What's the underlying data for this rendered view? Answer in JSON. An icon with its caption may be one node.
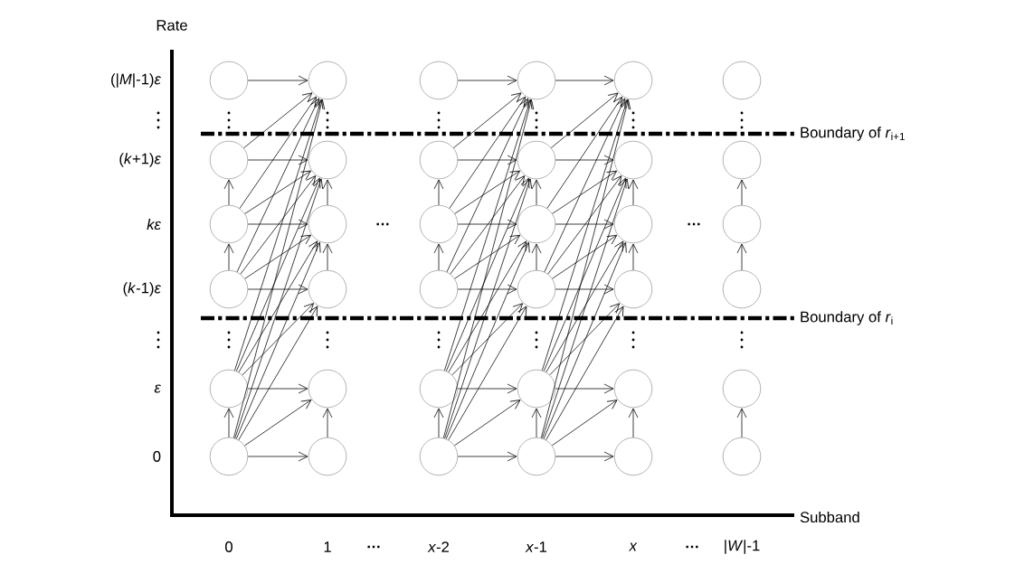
{
  "diagram": {
    "nodes": [
      {
        "text": [],
        "shape": "circle"
      },
      {
        "text": [],
        "shape": "circle"
      },
      {
        "text": [],
        "shape": "circle"
      },
      {
        "text": [],
        "shape": "circle"
      },
      {
        "text": [],
        "shape": "circle"
      },
      {
        "text": [],
        "shape": "circle"
      },
      {
        "text": [],
        "shape": "circle"
      },
      {
        "text": [],
        "shape": "circle"
      },
      {
        "text": [],
        "shape": "circle"
      },
      {
        "text": [],
        "shape": "circle"
      },
      {
        "text": [],
        "shape": "circle"
      },
      {
        "text": [],
        "shape": "circle"
      },
      {
        "text": [],
        "shape": "circle"
      },
      {
        "text": [],
        "shape": "circle"
      },
      {
        "text": [],
        "shape": "circle"
      },
      {
        "text": [],
        "shape": "circle"
      },
      {
        "text": [],
        "shape": "circle"
      },
      {
        "text": [],
        "shape": "circle"
      },
      {
        "text": [],
        "shape": "circle"
      },
      {
        "text": [],
        "shape": "circle"
      },
      {
        "text": [],
        "shape": "circle"
      },
      {
        "text": [],
        "shape": "circle"
      },
      {
        "text": [],
        "shape": "circle"
      },
      {
        "text": [],
        "shape": "circle"
      },
      {
        "text": [],
        "shape": "circle"
      },
      {
        "text": [],
        "shape": "circle"
      },
      {
        "text": [],
        "shape": "circle"
      },
      {
        "text": [],
        "shape": "circle"
      },
      {
        "text": [],
        "shape": "circle"
      },
      {
        "text": [],
        "shape": "circle"
      },
      {
        "text": [],
        "shape": "circle"
      },
      {
        "text": [],
        "shape": "circle"
      },
      {
        "text": [],
        "shape": "circle"
      },
      {
        "text": [],
        "shape": "circle"
      },
      {
        "text": [],
        "shape": "circle"
      },
      {
        "text": [],
        "shape": "circle"
      }
    ],
    "edges": [
      {
        "from": 3,
        "to": 2,
        "arrow": "to"
      },
      {
        "from": 2,
        "to": 1,
        "arrow": "to"
      },
      {
        "from": 5,
        "to": 4,
        "arrow": "to"
      },
      {
        "from": 9,
        "to": 8,
        "arrow": "to"
      },
      {
        "from": 8,
        "to": 7,
        "arrow": "to"
      },
      {
        "from": 11,
        "to": 10,
        "arrow": "to"
      },
      {
        "from": 15,
        "to": 14,
        "arrow": "to"
      },
      {
        "from": 14,
        "to": 13,
        "arrow": "to"
      },
      {
        "from": 17,
        "to": 16,
        "arrow": "to"
      },
      {
        "from": 21,
        "to": 20,
        "arrow": "to"
      },
      {
        "from": 20,
        "to": 19,
        "arrow": "to"
      },
      {
        "from": 23,
        "to": 22,
        "arrow": "to"
      },
      {
        "from": 27,
        "to": 26,
        "arrow": "to"
      },
      {
        "from": 26,
        "to": 25,
        "arrow": "to"
      },
      {
        "from": 29,
        "to": 28,
        "arrow": "to"
      },
      {
        "from": 33,
        "to": 32,
        "arrow": "to"
      },
      {
        "from": 32,
        "to": 31,
        "arrow": "to"
      },
      {
        "from": 35,
        "to": 34,
        "arrow": "to"
      },
      {
        "from": 0,
        "to": 6,
        "arrow": "to"
      },
      {
        "from": 1,
        "to": 6,
        "arrow": "to"
      },
      {
        "from": 1,
        "to": 7,
        "arrow": "to"
      },
      {
        "from": 2,
        "to": 6,
        "arrow": "to"
      },
      {
        "from": 2,
        "to": 7,
        "arrow": "to"
      },
      {
        "from": 2,
        "to": 8,
        "arrow": "to"
      },
      {
        "from": 3,
        "to": 6,
        "arrow": "to"
      },
      {
        "from": 3,
        "to": 7,
        "arrow": "to"
      },
      {
        "from": 3,
        "to": 8,
        "arrow": "to"
      },
      {
        "from": 3,
        "to": 9,
        "arrow": "to"
      },
      {
        "from": 4,
        "to": 6,
        "arrow": "to"
      },
      {
        "from": 4,
        "to": 7,
        "arrow": "to"
      },
      {
        "from": 4,
        "to": 8,
        "arrow": "to"
      },
      {
        "from": 4,
        "to": 9,
        "arrow": "to"
      },
      {
        "from": 4,
        "to": 10,
        "arrow": "to"
      },
      {
        "from": 5,
        "to": 6,
        "arrow": "to"
      },
      {
        "from": 5,
        "to": 7,
        "arrow": "to"
      },
      {
        "from": 5,
        "to": 8,
        "arrow": "to"
      },
      {
        "from": 5,
        "to": 9,
        "arrow": "to"
      },
      {
        "from": 5,
        "to": 10,
        "arrow": "to"
      },
      {
        "from": 5,
        "to": 11,
        "arrow": "to"
      },
      {
        "from": 12,
        "to": 18,
        "arrow": "to"
      },
      {
        "from": 13,
        "to": 18,
        "arrow": "to"
      },
      {
        "from": 13,
        "to": 19,
        "arrow": "to"
      },
      {
        "from": 14,
        "to": 18,
        "arrow": "to"
      },
      {
        "from": 14,
        "to": 19,
        "arrow": "to"
      },
      {
        "from": 14,
        "to": 20,
        "arrow": "to"
      },
      {
        "from": 15,
        "to": 18,
        "arrow": "to"
      },
      {
        "from": 15,
        "to": 19,
        "arrow": "to"
      },
      {
        "from": 15,
        "to": 20,
        "arrow": "to"
      },
      {
        "from": 15,
        "to": 21,
        "arrow": "to"
      },
      {
        "from": 16,
        "to": 18,
        "arrow": "to"
      },
      {
        "from": 16,
        "to": 19,
        "arrow": "to"
      },
      {
        "from": 16,
        "to": 20,
        "arrow": "to"
      },
      {
        "from": 16,
        "to": 21,
        "arrow": "to"
      },
      {
        "from": 16,
        "to": 22,
        "arrow": "to"
      },
      {
        "from": 17,
        "to": 18,
        "arrow": "to"
      },
      {
        "from": 17,
        "to": 19,
        "arrow": "to"
      },
      {
        "from": 17,
        "to": 20,
        "arrow": "to"
      },
      {
        "from": 17,
        "to": 21,
        "arrow": "to"
      },
      {
        "from": 17,
        "to": 22,
        "arrow": "to"
      },
      {
        "from": 17,
        "to": 23,
        "arrow": "to"
      },
      {
        "from": 18,
        "to": 24,
        "arrow": "to"
      },
      {
        "from": 19,
        "to": 24,
        "arrow": "to"
      },
      {
        "from": 19,
        "to": 25,
        "arrow": "to"
      },
      {
        "from": 20,
        "to": 24,
        "arrow": "to"
      },
      {
        "from": 20,
        "to": 25,
        "arrow": "to"
      },
      {
        "from": 20,
        "to": 26,
        "arrow": "to"
      },
      {
        "from": 21,
        "to": 24,
        "arrow": "to"
      },
      {
        "from": 21,
        "to": 25,
        "arrow": "to"
      },
      {
        "from": 21,
        "to": 26,
        "arrow": "to"
      },
      {
        "from": 21,
        "to": 27,
        "arrow": "to"
      },
      {
        "from": 22,
        "to": 24,
        "arrow": "to"
      },
      {
        "from": 22,
        "to": 25,
        "arrow": "to"
      },
      {
        "from": 22,
        "to": 26,
        "arrow": "to"
      },
      {
        "from": 22,
        "to": 27,
        "arrow": "to"
      },
      {
        "from": 22,
        "to": 28,
        "arrow": "to"
      },
      {
        "from": 23,
        "to": 24,
        "arrow": "to"
      },
      {
        "from": 23,
        "to": 25,
        "arrow": "to"
      },
      {
        "from": 23,
        "to": 26,
        "arrow": "to"
      },
      {
        "from": 23,
        "to": 27,
        "arrow": "to"
      },
      {
        "from": 23,
        "to": 28,
        "arrow": "to"
      },
      {
        "from": 23,
        "to": 29,
        "arrow": "to"
      }
    ],
    "labels": [
      "Rate",
      "(|*M*|-1)*ε*",
      "Boundary of *r*$_{i+1}$",
      "(*k*+1)*ε*",
      "*kε*",
      "…",
      "…",
      "(*k*-1)*ε*",
      "Boundary of *r*$_{i}$",
      "*ε*",
      "0",
      "Subband",
      "0",
      "1",
      "…",
      "*x*-2",
      "*x*-1",
      "*x*",
      "…",
      "|*W*|-1"
    ]
  }
}
